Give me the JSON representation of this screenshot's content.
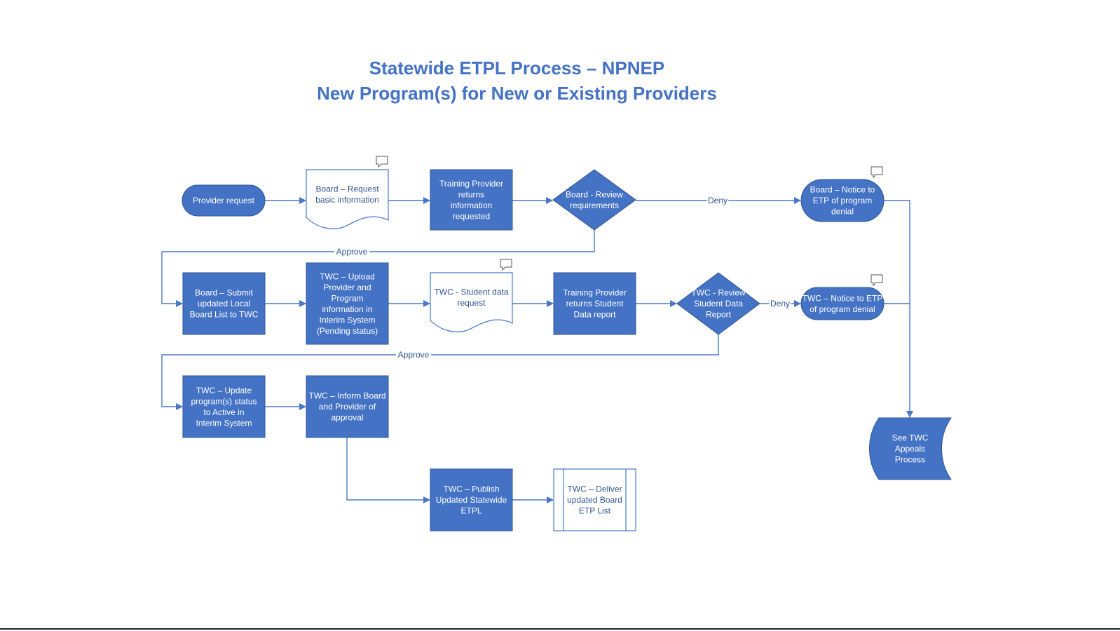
{
  "title": {
    "line1": "Statewide ETPL Process – NPNEP",
    "line2": "New Program(s) for New or Existing Providers"
  },
  "colors": {
    "fill": "#4472c4",
    "stroke": "#2f5597",
    "line": "#4a78c8",
    "title": "#4472c4",
    "light_text": "#2f5597"
  },
  "nodes": {
    "provider_request": "Provider request",
    "board_request_info": "Board – Request basic information",
    "provider_returns_info": "Training Provider returns information requested",
    "board_review": "Board - Review requirements",
    "board_notice_denial": "Board – Notice to ETP of program denial",
    "board_submit_list": "Board – Submit updated Local Board List to TWC",
    "twc_upload": "TWC – Upload Provider and Program information in Interim System (Pending status)",
    "twc_student_data_request": "TWC - Student data request",
    "provider_returns_student_data": "Training Provider returns Student Data report",
    "twc_review_student_data": "TWC - Review Student Data Report",
    "twc_notice_denial": "TWC – Notice to ETP of program denial",
    "twc_update_status": "TWC – Update program(s) status to Active in Interim System",
    "twc_inform": "TWC – Inform Board and Provider of approval",
    "twc_publish": "TWC – Publish Updated Statewide ETPL",
    "twc_deliver": "TWC – Deliver updated Board ETP List",
    "see_appeals": "See TWC Appeals Process"
  },
  "edge_labels": {
    "deny_1": "Deny",
    "approve_1": "Approve",
    "deny_2": "Deny",
    "approve_2": "Approve"
  },
  "icons": {
    "comment": "comment-icon"
  }
}
